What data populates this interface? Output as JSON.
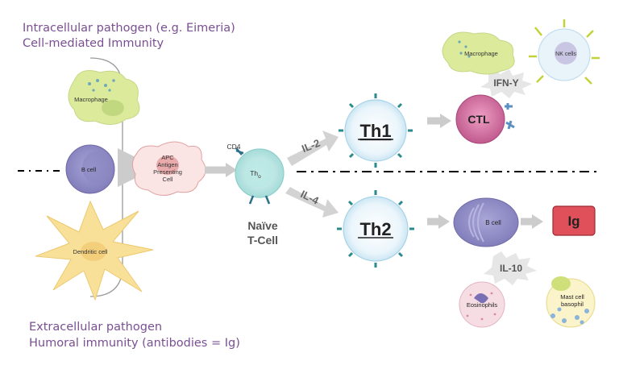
{
  "header_top": {
    "line1": "Intracellular pathogen (e.g. Eimeria)",
    "line2": "Cell-mediated Immunity"
  },
  "header_bottom": {
    "line1": "Extracellular pathogen",
    "line2": "Humoral immunity (antibodies = Ig)"
  },
  "cells": {
    "macrophage_left": "Macrophage",
    "b_cell_left": "B cell",
    "dendritic": "Dendritic cell",
    "apc": [
      "APC",
      "Antigen",
      "Presenting",
      "Cell"
    ],
    "naive": {
      "marker": "CD4",
      "core_main": "Th",
      "core_sub": "o",
      "label1": "Naïve",
      "label2": "T-Cell"
    },
    "th1": "Th1",
    "th2": "Th2",
    "ctl": "CTL",
    "macrophage_right": "Macrophage",
    "nk": "NK cells",
    "b_cell_right": "B cell",
    "ig": "Ig",
    "eosinophils": "Eosinophils",
    "mast": [
      "Mast cell",
      "basophil"
    ]
  },
  "cytokines": {
    "il2": "IL-2",
    "il4": "IL-4",
    "ifn": "IFN-Y",
    "il10": "IL-10"
  },
  "colors": {
    "header_text": "#7a4f93",
    "ig_box": "#e0505a",
    "ctl_cell": "#c9669a",
    "b_cell": "#8e8bc4",
    "macrophage": "#d8e89a",
    "dendritic": "#f8dc8c",
    "t_cell_ring": "#bfe0f0",
    "receptor": "#2b6f8c"
  }
}
